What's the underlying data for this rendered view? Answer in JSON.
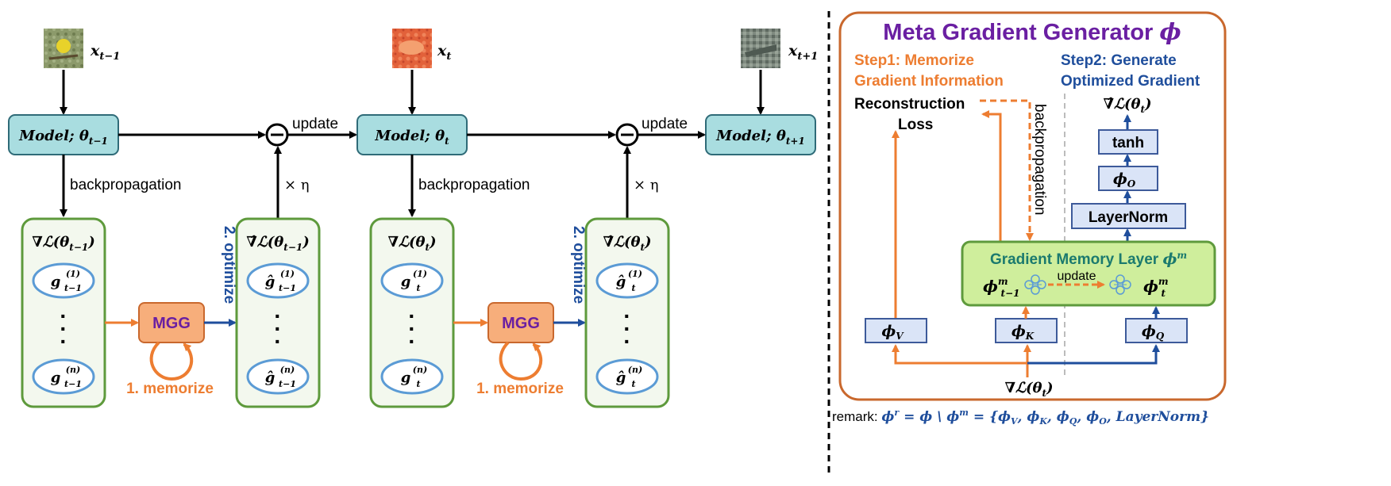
{
  "colors": {
    "model_fill": "#a9dde0",
    "model_stroke": "#2f6b78",
    "green_stroke": "#5e9a3c",
    "green_fill": "#f3f8ee",
    "ellipse_stroke": "#5b9bd5",
    "mgg_fill": "#f7ae7b",
    "mgg_stroke": "#c9682d",
    "mgg_text": "#6a1fa2",
    "orange": "#ed7d31",
    "blue": "#1f4e9c",
    "purple": "#6a1fa2",
    "teal": "#1b7a6e",
    "memory_fill": "#cfee9c",
    "phi_fill": "#dae4f7",
    "phi_stroke": "#3d5a9a"
  },
  "timeline": [
    {
      "input": "x",
      "input_sub": "t−1",
      "model": "Model; θ",
      "model_sub": "t−1",
      "image": "bird-image",
      "backprop": "backpropagation",
      "grad_title": "∇ℒ(θ",
      "grad_sub": "t−1",
      "grad_first": "g",
      "grad_first_sup": "(1)",
      "grad_last_sup": "(n)",
      "grad_cell_sub": "t−1",
      "mgg": "MGG",
      "memorize": "1. memorize",
      "optimize": "2. optimize",
      "opt_title": "∇̂ℒ(θ",
      "opt_sub": "t−1",
      "opt_first": "ĝ",
      "opt_cell_sub": "t−1",
      "scale": "× η",
      "update": "update"
    },
    {
      "input": "x",
      "input_sub": "t",
      "model": "Model; θ",
      "model_sub": "t",
      "image": "fish-image",
      "backprop": "backpropagation",
      "grad_title": "∇ℒ(θ",
      "grad_sub": "t",
      "grad_first": "g",
      "grad_first_sup": "(1)",
      "grad_last_sup": "(n)",
      "grad_cell_sub": "t",
      "mgg": "MGG",
      "memorize": "1. memorize",
      "optimize": "2. optimize",
      "opt_title": "∇̂ℒ(θ",
      "opt_sub": "t",
      "opt_first": "ĝ",
      "opt_cell_sub": "t",
      "scale": "× η",
      "update": "update"
    }
  ],
  "final": {
    "input": "x",
    "input_sub": "t+1",
    "model": "Model; θ",
    "model_sub": "t+1"
  },
  "mgg_panel": {
    "title": "Meta Gradient Generator ",
    "title_symbol": "ϕ",
    "step1_line1": "Step1: Memorize",
    "step1_line2": "Gradient Information",
    "step2_line1": "Step2: Generate",
    "step2_line2": "Optimized Gradient",
    "recon_line1": "Reconstruction",
    "recon_line2": "Loss",
    "backprop": "backpropagation",
    "output": "∇̂ℒ(θ",
    "output_sub": "t",
    "tanh": "tanh",
    "phi_o": "ϕ",
    "phi_o_sub": "O",
    "layernorm": "LayerNorm",
    "memory_title": "Gradient Memory Layer ",
    "memory_symbol": "ϕ",
    "memory_symbol_sup": "m",
    "phi_prev": "ϕ",
    "phi_prev_sup": "m",
    "phi_prev_sub": "t−1",
    "phi_next": "ϕ",
    "phi_next_sup": "m",
    "phi_next_sub": "t",
    "update": "update",
    "phi_v": "ϕ",
    "phi_v_sub": "V",
    "phi_k": "ϕ",
    "phi_k_sub": "K",
    "phi_q": "ϕ",
    "phi_q_sub": "Q",
    "input": "∇ℒ(θ",
    "input_sub": "t"
  },
  "remark": {
    "label": "remark: ",
    "phi": "ϕ",
    "phi_sup": "r",
    "eq": " = ϕ \\ ϕ",
    "eq_sup": "m",
    "set": " = {ϕ",
    "v": "V",
    "sep1": ",  ϕ",
    "k": "K",
    "sep2": ",  ϕ",
    "q": "Q",
    "sep3": ",  ϕ",
    "o": "O",
    "tail": ",  LayerNorm}"
  }
}
